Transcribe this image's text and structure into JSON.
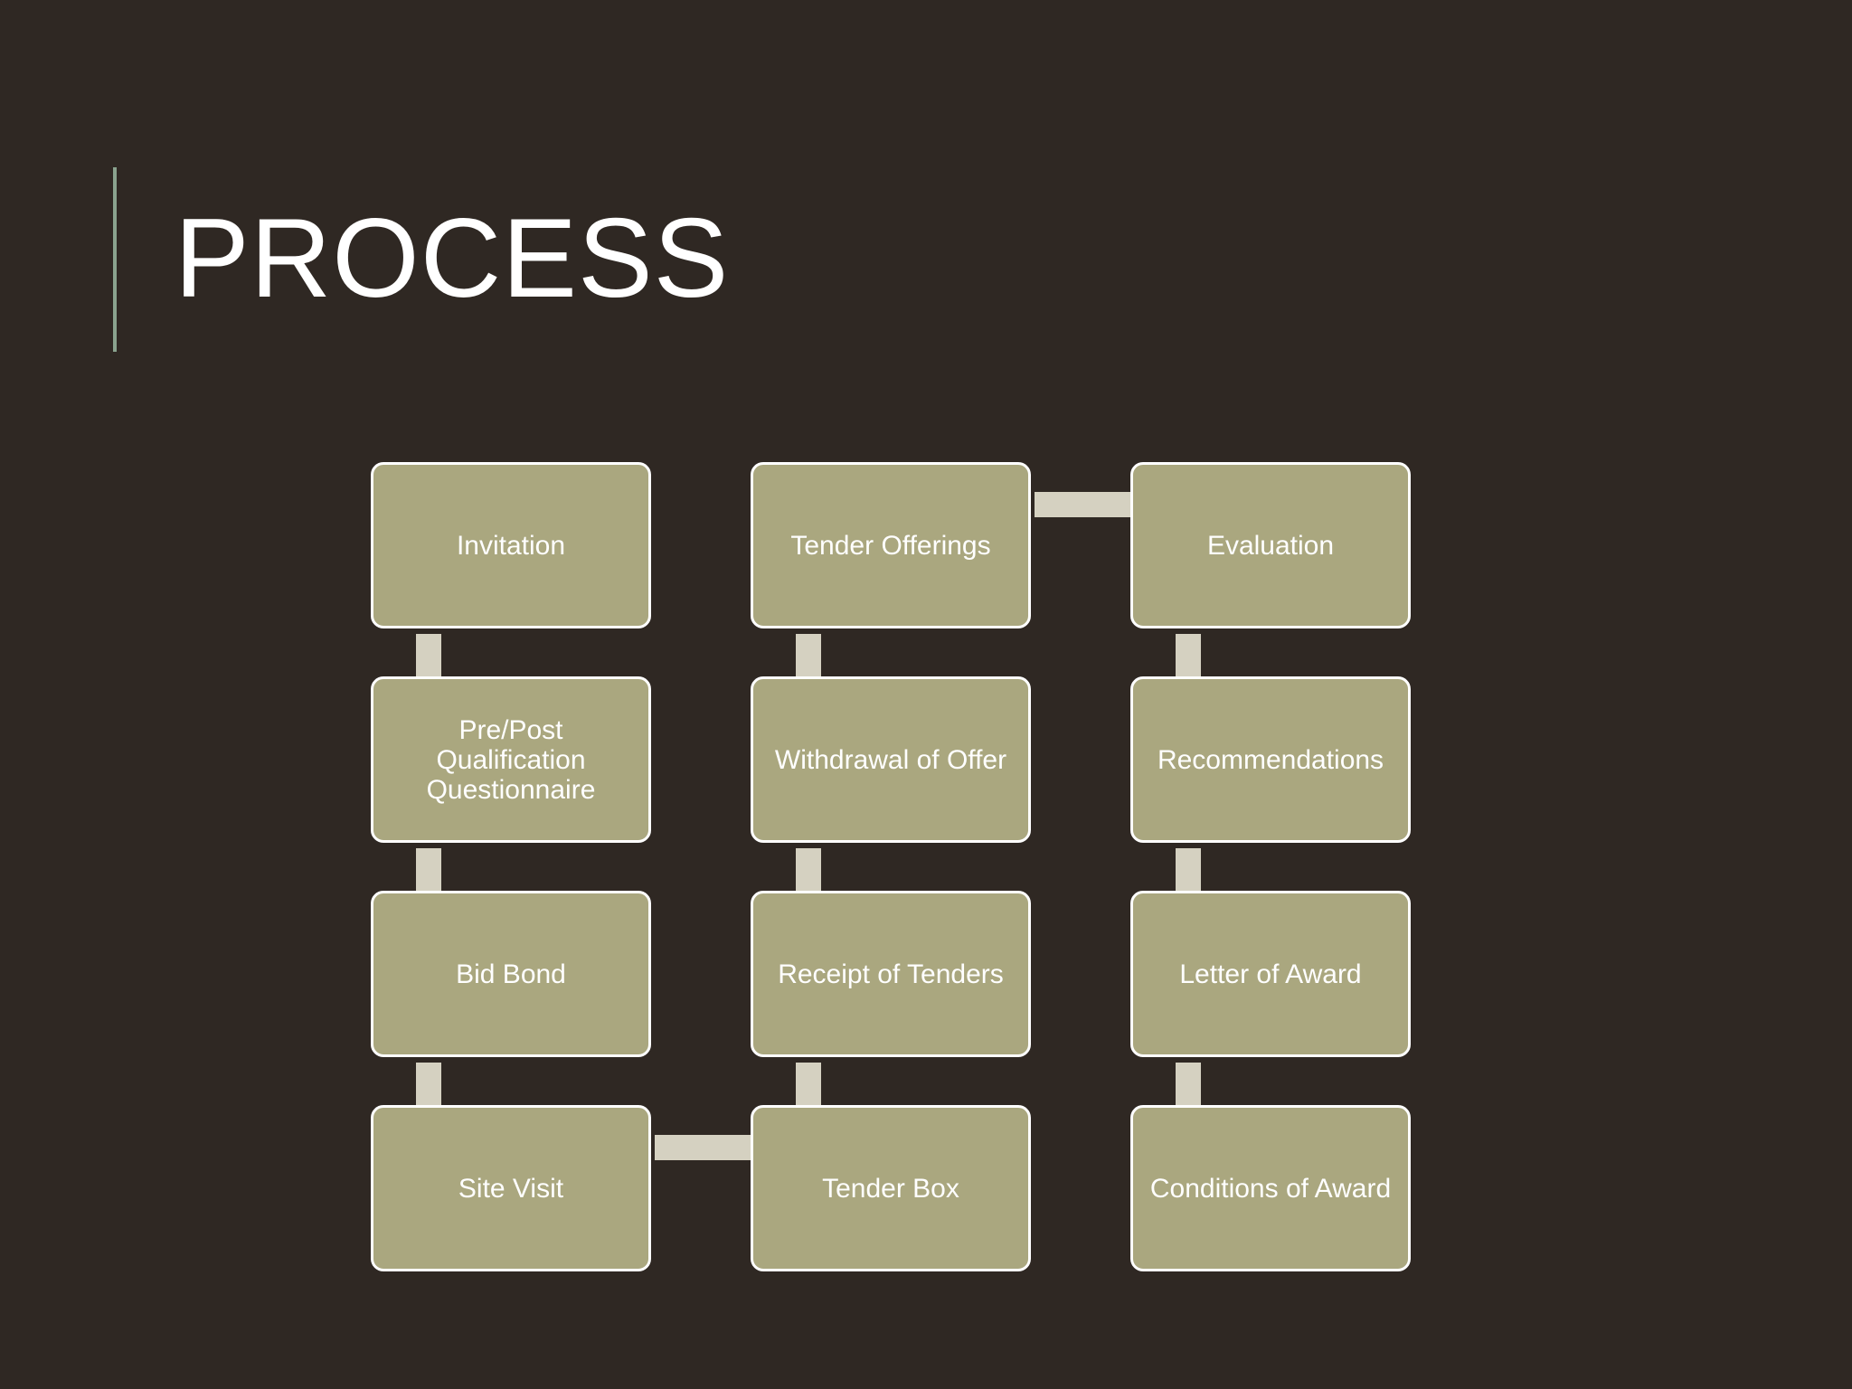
{
  "slide": {
    "title": "PROCESS",
    "accent_color": "#8aa38e",
    "background_color": "#2f2823"
  },
  "diagram": {
    "box_fill": "#aaa77f",
    "box_border": "#ffffff",
    "connector_color": "#d5d1c1",
    "flow_order": "down column 1, across to column 2 bottom, up column 2, across to column 3 top, down column 3",
    "columns": [
      {
        "steps": [
          "Invitation",
          "Pre/Post\nQualification\nQuestionnaire",
          "Bid Bond",
          "Site Visit"
        ]
      },
      {
        "steps": [
          "Tender Offerings",
          "Withdrawal of Offer",
          "Receipt of Tenders",
          "Tender Box"
        ]
      },
      {
        "steps": [
          "Evaluation",
          "Recommendations",
          "Letter of Award",
          "Conditions of Award"
        ]
      }
    ]
  }
}
